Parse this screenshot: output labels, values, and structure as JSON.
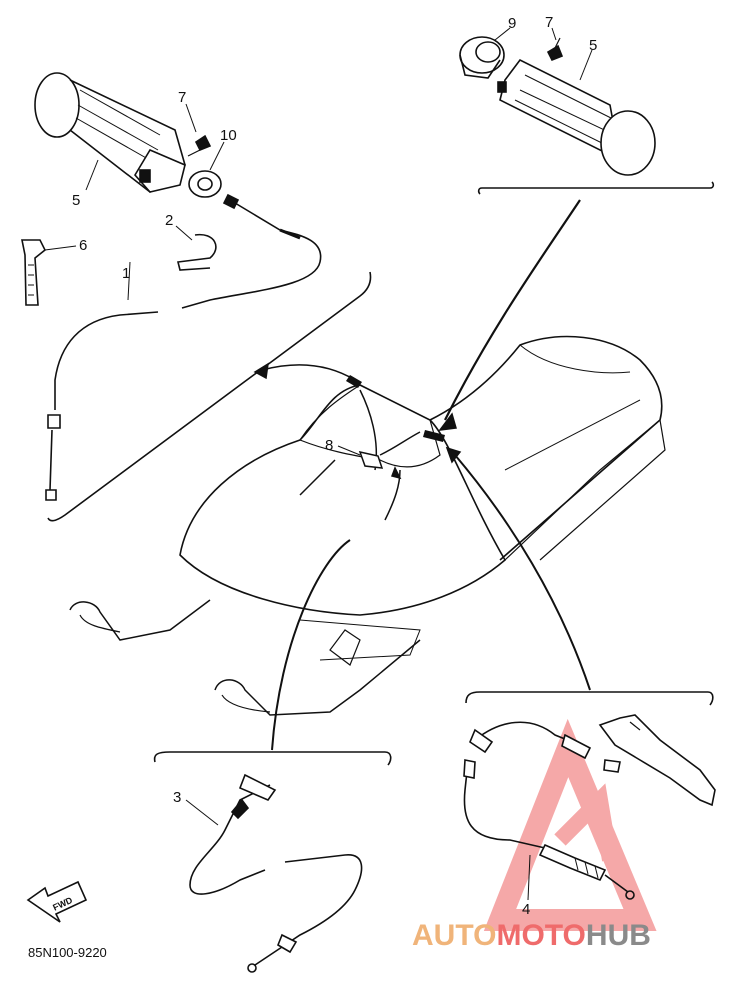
{
  "diagram": {
    "drawing_code": "85N100-9220",
    "fwd_label": "FWD",
    "callouts": [
      {
        "id": "c9",
        "label": "9"
      },
      {
        "id": "c7a",
        "label": "7"
      },
      {
        "id": "c5a",
        "label": "5"
      },
      {
        "id": "c7b",
        "label": "7"
      },
      {
        "id": "c10",
        "label": "10"
      },
      {
        "id": "c5b",
        "label": "5"
      },
      {
        "id": "c2",
        "label": "2"
      },
      {
        "id": "c6",
        "label": "6"
      },
      {
        "id": "c1",
        "label": "1"
      },
      {
        "id": "c8",
        "label": "8"
      },
      {
        "id": "c3",
        "label": "3"
      },
      {
        "id": "c4",
        "label": "4"
      }
    ]
  },
  "watermark": {
    "part1": "AUTO",
    "part2": "MOTO",
    "part3": "HUB",
    "colors": {
      "auto": "#f0b47a",
      "moto": "#ef6b6b",
      "hub": "#8a8a8a",
      "triangle": "#f28b8b"
    }
  }
}
